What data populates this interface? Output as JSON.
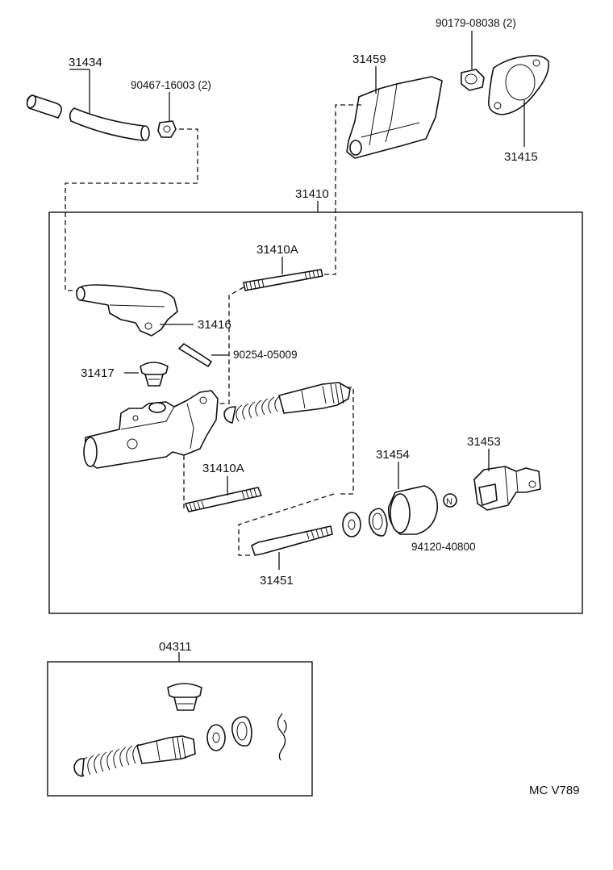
{
  "labels": {
    "p31434": "31434",
    "p90467": "90467-16003 (2)",
    "p31459": "31459",
    "p90179": "90179-08038 (2)",
    "p31415": "31415",
    "p31410": "31410",
    "p31410A_top": "31410A",
    "p31416": "31416",
    "p90254": "90254-05009",
    "p31417": "31417",
    "p31410A_mid": "31410A",
    "p31454": "31454",
    "p31453": "31453",
    "p94120": "94120-40800",
    "p31451": "31451",
    "p04311": "04311",
    "watermark": "MC V789"
  },
  "icons": {
    "nut_mark": "N"
  }
}
